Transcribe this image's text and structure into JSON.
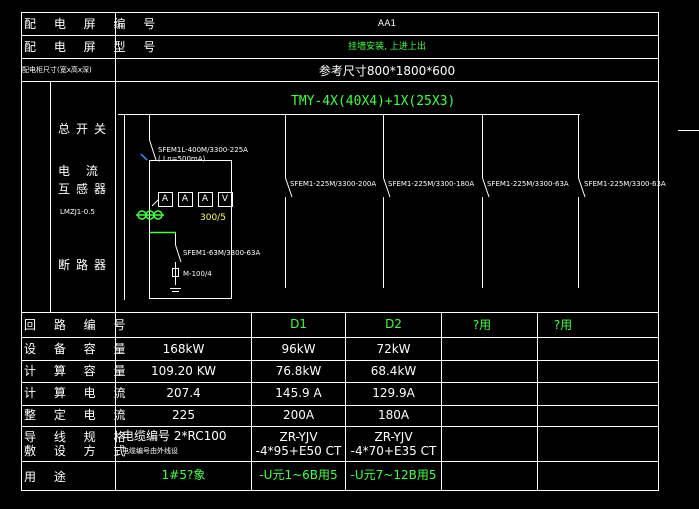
{
  "colors": {
    "background": "#000000",
    "line": "#ffffff",
    "accent_green": "#44ff44",
    "accent_yellow": "#ffff55"
  },
  "header": {
    "row1_label": "配 电 屏 编 号",
    "row1_value": "AA1",
    "row2_label": "配 电 屏 型 号",
    "row2_value": "挂墙安装, 上进上出",
    "row3_label": "配电柜尺寸(宽x高x深)",
    "row3_value": "参考尺寸800*1800*600"
  },
  "left_labels": {
    "main_switch": "总开关",
    "ct_1": "电 流",
    "ct_2": "互感器",
    "ct_model": "LMZJ1-0.5",
    "breaker": "断路器"
  },
  "diagram": {
    "busbar": "TMY-4X(40X4)+1X(25X3)",
    "main_breaker_1": "SFEM1L-400M/3300-225A",
    "main_breaker_2": "( I n=500mA)",
    "meters": [
      "A",
      "A",
      "A",
      "V"
    ],
    "ct_ratio": "300/5",
    "aux_breaker": "SFEM1-63M/3300-63A",
    "meter_label": "M-100/4",
    "feeders": [
      "SFEM1-225M/3300-200A",
      "SFEM1-225M/3300-180A",
      "SFEM1-225M/3300-63A",
      "SFEM1-225M/3300-63A"
    ]
  },
  "table": {
    "row_labels": [
      "回 路 编 号",
      "设 备 容 量",
      "计 算 容 量",
      "计 算 电 流",
      "整 定 电 流",
      "导 线 规 格",
      "用    途"
    ],
    "cable_label_2": "敷 设 方 式",
    "columns": [
      {
        "id": "main",
        "circuit": "",
        "capacity": "168kW",
        "calc": "109.20 KW",
        "current": "207.4",
        "setting": "225",
        "cable_1": "电缆编号 2*RC100",
        "cable_2": "电缆编号由外线设",
        "usage": "1#5?象"
      },
      {
        "id": "D1",
        "circuit": "D1",
        "capacity": "96kW",
        "calc": "76.8kW",
        "current": "145.9 A",
        "setting": "200A",
        "cable_1": "ZR-YJV",
        "cable_2": "-4*95+E50 CT",
        "usage": "-U元1~6B用5"
      },
      {
        "id": "D2",
        "circuit": "D2",
        "capacity": "72kW",
        "calc": "68.4kW",
        "current": "129.9A",
        "setting": "180A",
        "cable_1": "ZR-YJV",
        "cable_2": "-4*70+E35 CT",
        "usage": "-U元7~12B用5"
      },
      {
        "id": "S1",
        "circuit": "?用"
      },
      {
        "id": "S2",
        "circuit": "?用"
      }
    ]
  }
}
